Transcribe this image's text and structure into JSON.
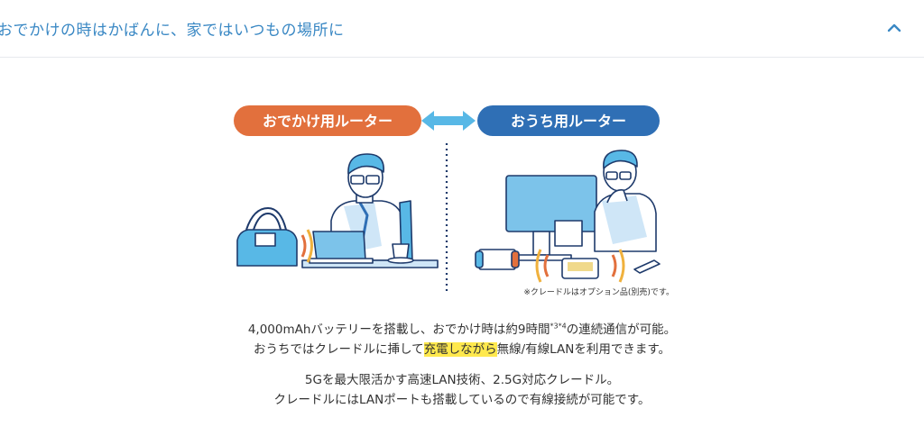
{
  "accordion": {
    "title": "おでかけの時はかばんに、家ではいつもの場所に",
    "toggle_icon": "chevron-up-icon",
    "accent_color": "#3a88c4"
  },
  "illustration": {
    "left_badge": "おでかけ用ルーター",
    "right_badge": "おうち用ルーター",
    "left_badge_color": "#e2703d",
    "right_badge_color": "#2f6fb5",
    "footnote": "※クレードルはオプション品(別売)です。"
  },
  "description": {
    "p1_line1_pre": "4,000mAhバッテリーを搭載し、おでかけ時は約9時間",
    "p1_line1_sup": "*3*4",
    "p1_line1_post": "の連続通信が可能。",
    "p1_line2_pre": "おうちではクレードルに挿して",
    "p1_line2_highlight": "充電しながら",
    "p1_line2_post": "無線/有線LANを利用できます。",
    "p2_line1": "5Gを最大限活かす高速LAN技術、2.5G対応クレードル。",
    "p2_line2": "クレードルにはLANポートも搭載しているので有線接続が可能です。",
    "highlight_color": "#ffe94d"
  }
}
